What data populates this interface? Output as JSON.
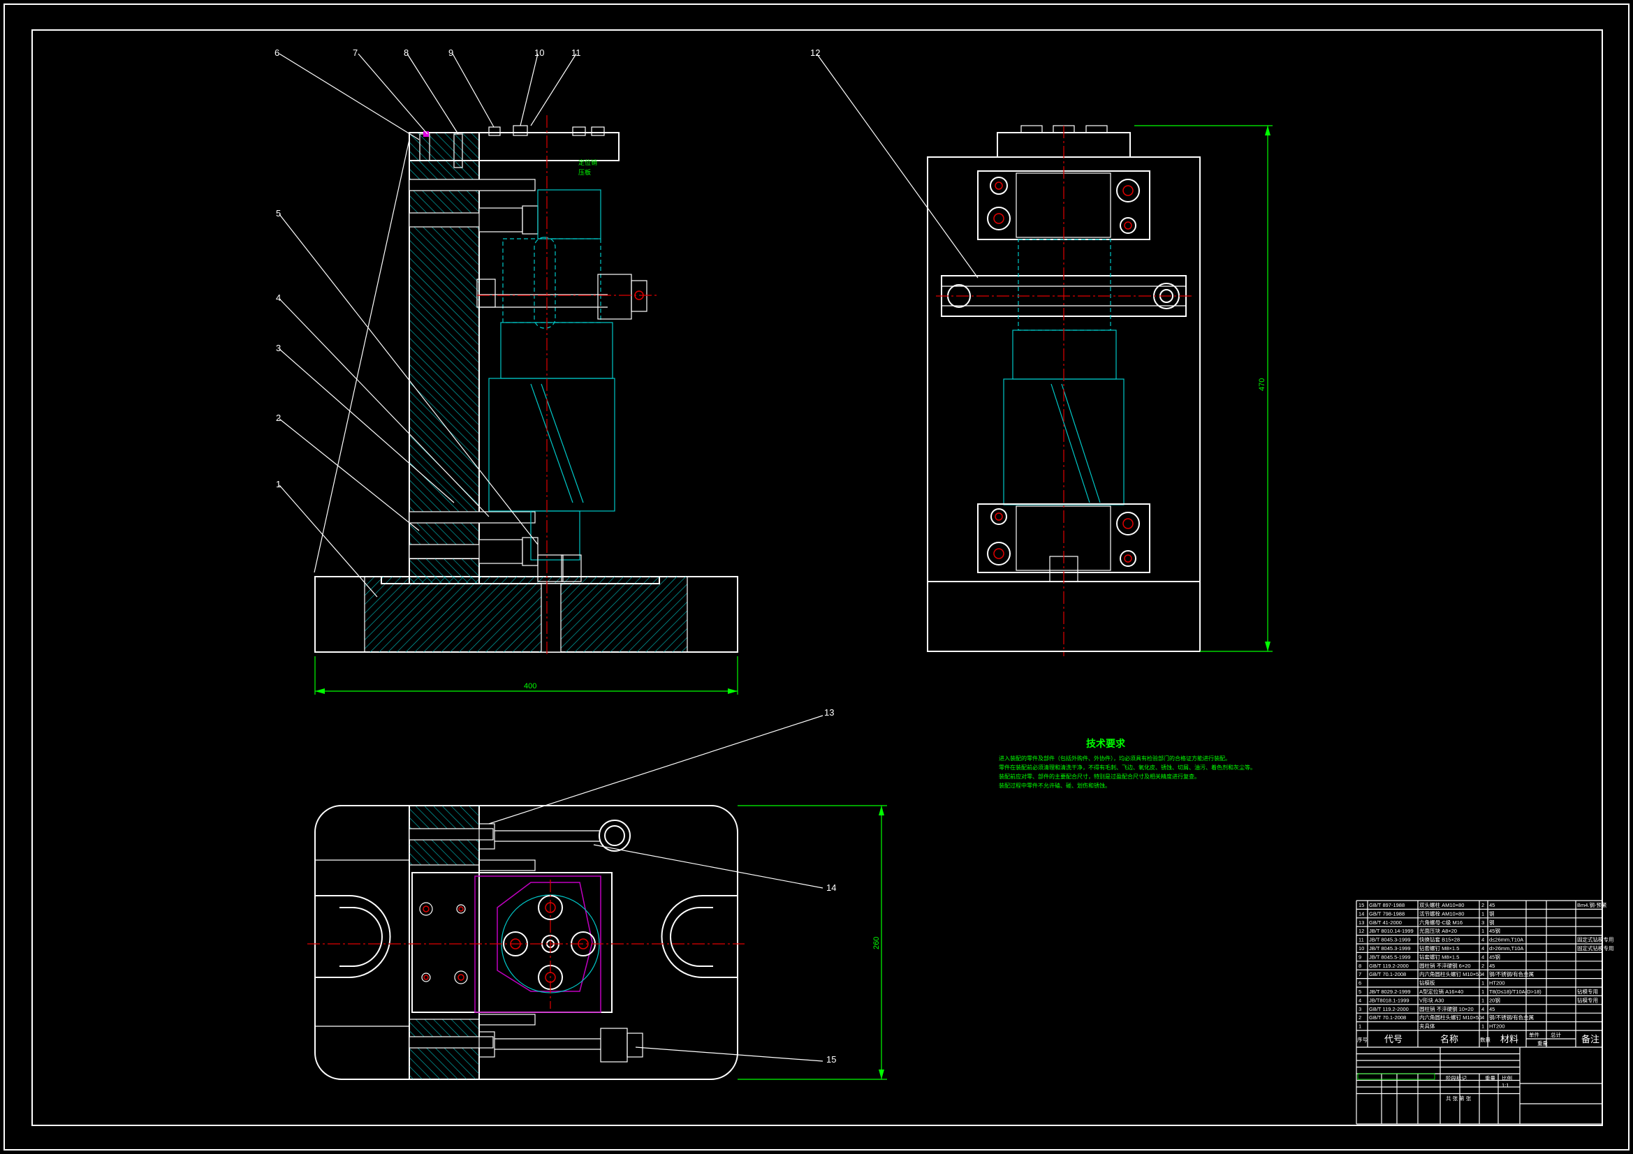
{
  "drawing": {
    "part_labels": [
      "1",
      "2",
      "3",
      "4",
      "5",
      "6",
      "7",
      "8",
      "9",
      "10",
      "11",
      "12",
      "13",
      "14",
      "15"
    ],
    "dimensions": {
      "base_width": "400",
      "front_height": "470",
      "top_view_height": "260"
    },
    "tech_requirements": {
      "title": "技术要求",
      "lines": [
        "进入装配的零件及部件（包括外购件、外协件），均必须具有检验部门的合格证方能进行装配。",
        "零件在装配前必须清理和清洗干净，不得有毛刺、飞边、氧化皮、锈蚀、切屑、油污、着色剂和灰尘等。",
        "装配前应对零、部件的主要配合尺寸，特别是过盈配合尺寸及相关精度进行复查。",
        "装配过程中零件不允许磕、碰、划伤和锈蚀。"
      ]
    },
    "green_notes": [
      "定位销",
      "压板"
    ],
    "bom": {
      "rows": [
        {
          "no": "15",
          "code": "GB/T 897-1988",
          "name": "双头螺柱 AM10×80",
          "qty": "2",
          "mat": "45",
          "note": "Bm4.钢-预紧"
        },
        {
          "no": "14",
          "code": "GB/T 798-1988",
          "name": "活节螺栓 AM10×80",
          "qty": "1",
          "mat": "钢",
          "note": ""
        },
        {
          "no": "13",
          "code": "GB/T 41-2000",
          "name": "六角螺母-C级 M16",
          "qty": "3",
          "mat": "钢",
          "note": ""
        },
        {
          "no": "12",
          "code": "JB/T 8010.14-1999",
          "name": "光面压块 A8×20",
          "qty": "1",
          "mat": "45钢",
          "note": ""
        },
        {
          "no": "11",
          "code": "JB/T 8045.3-1999",
          "name": "快换钻套 B15×28",
          "qty": "4",
          "mat": "d≤26mm,T10A",
          "note": "固定式钻模专用"
        },
        {
          "no": "10",
          "code": "JB/T 8045.3-1999",
          "name": "钻套螺钉 M8×1.5",
          "qty": "4",
          "mat": "d>26mm,T10A",
          "note": "固定式钻模专用"
        },
        {
          "no": "9",
          "code": "JB/T 8045.5-1999",
          "name": "钻套螺钉 M8×1.5",
          "qty": "4",
          "mat": "45钢",
          "note": ""
        },
        {
          "no": "8",
          "code": "GB/T 119.2-2000",
          "name": "圆柱销 不淬硬钢 6×20",
          "qty": "2",
          "mat": "45",
          "note": ""
        },
        {
          "no": "7",
          "code": "GB/T 70.1-2008",
          "name": "内六角圆柱头螺钉 M10×50",
          "qty": "4",
          "mat": "钢/不锈钢/有色金属",
          "note": ""
        },
        {
          "no": "6",
          "code": "",
          "name": "钻模板",
          "qty": "1",
          "mat": "HT200",
          "note": ""
        },
        {
          "no": "5",
          "code": "JB/T 8029.2-1999",
          "name": "A型定位销 A16×40",
          "qty": "1",
          "mat": "T8(D≤18)/T10A(D>18)",
          "note": "钻模专用"
        },
        {
          "no": "4",
          "code": "JB/T8018.1-1999",
          "name": "V形块 A30",
          "qty": "1",
          "mat": "20钢",
          "note": "钻模专用"
        },
        {
          "no": "3",
          "code": "GB/T 119.2-2000",
          "name": "圆柱销 不淬硬钢 10×20",
          "qty": "4",
          "mat": "45",
          "note": ""
        },
        {
          "no": "2",
          "code": "GB/T 70.1-2008",
          "name": "内六角圆柱头螺钉 M10×50",
          "qty": "4",
          "mat": "钢/不锈钢/有色金属",
          "note": ""
        },
        {
          "no": "1",
          "code": "",
          "name": "夹具体",
          "qty": "1",
          "mat": "HT200",
          "note": ""
        }
      ],
      "headers": {
        "no": "序号",
        "code": "代号",
        "name": "名称",
        "qty": "数量",
        "mat": "材料",
        "unit_weight": "单件",
        "total_weight": "总计",
        "weight": "重量",
        "note": "备注"
      },
      "title_block": {
        "stage": "阶段标记",
        "weight": "重量",
        "scale": "比例",
        "scale_value": "1:1",
        "sheet": "共 张 第 张"
      }
    }
  },
  "colors": {
    "outline": "#ffffff",
    "section": "#00c8c8",
    "center": "#e00000",
    "dimension": "#00ff00",
    "workpiece": "#c000c0"
  }
}
